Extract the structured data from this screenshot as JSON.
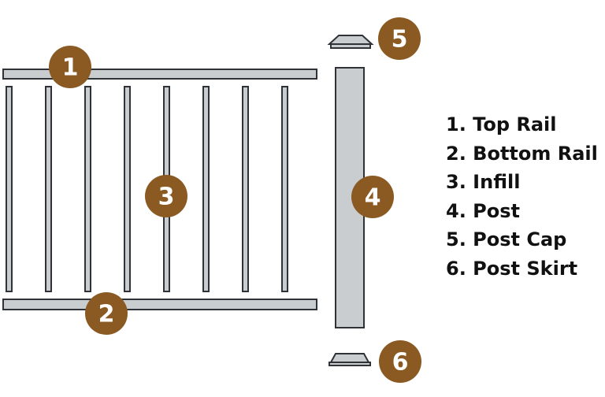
{
  "colors": {
    "badge": "#8a5a22",
    "part_fill": "#c9cdd0",
    "part_stroke": "#2f3337",
    "text": "#111111"
  },
  "badges": [
    {
      "number": "1",
      "part": "top-rail"
    },
    {
      "number": "2",
      "part": "bottom-rail"
    },
    {
      "number": "3",
      "part": "infill"
    },
    {
      "number": "4",
      "part": "post"
    },
    {
      "number": "5",
      "part": "post-cap"
    },
    {
      "number": "6",
      "part": "post-skirt"
    }
  ],
  "legend": [
    "1. Top Rail",
    "2. Bottom Rail",
    "3. Infill",
    "4. Post",
    "5. Post Cap",
    "6. Post Skirt"
  ],
  "infill_count": 8
}
